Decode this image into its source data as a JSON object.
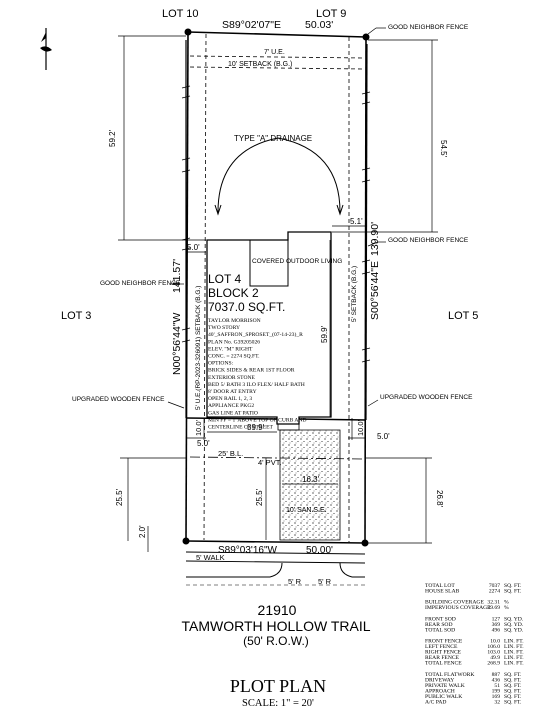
{
  "lots": {
    "lot10": "LOT 10",
    "lot9": "LOT 9",
    "lot3": "LOT 3",
    "lot5": "LOT 5"
  },
  "bearings": {
    "top": "S89°02'07\"E",
    "top_dist": "50.03'",
    "bottom": "S89°03'16\"W",
    "bottom_dist": "50.00'",
    "left": "N00°56'44\"W",
    "left_dist": "141.57'",
    "right": "S00°56'44\"E",
    "right_dist": "139.90'"
  },
  "labels": {
    "good_neighbor_fence": "GOOD NEIGHBOR FENCE",
    "upgraded_wooden_fence": "UPGRADED WOODEN FENCE",
    "ue_7": "7' U.E.",
    "setback_10": "10' SETBACK (B.G.)",
    "drainage": "TYPE \"A\" DRAINAGE",
    "covered_outdoor_living": "COVERED OUTDOOR LIVING",
    "left_easement": "5' U.E.(RP-2023-326091) SETBACK (B.G.)",
    "right_setback": "5' SETBACK (B.G.)",
    "bl_25": "25' B.L.",
    "pvt_4": "4' PVT.",
    "san_se": "10' SAN.S.E.",
    "walk_5": "5' WALK",
    "radius_left": "5' R",
    "radius_right": "5' R"
  },
  "dimensions": {
    "d_59_2": "59.2'",
    "d_54_5": "54.5'",
    "d_5_1": "5.1'",
    "d_5_0_a": "5.0'",
    "d_59_9": "59.9'",
    "d_10_0_left": "10.0'",
    "d_10_0_right": "10.0'",
    "d_39_9": "39.9'",
    "d_5_0_b": "5.0'",
    "d_5_0_c": "5.0'",
    "d_16_3": "16.3'",
    "d_25_5_a": "25.5'",
    "d_25_5_b": "25.5'",
    "d_26_8": "26.8'",
    "d_2_0": "2.0'"
  },
  "lot_info": {
    "lot": "LOT 4",
    "block": "BLOCK 2",
    "area": "7037.0 SQ.FT.",
    "details": [
      "TAYLOR MORRISON",
      "TWO STORY",
      "40'_SAFFRON_SPROSET_(07-14-23)_R",
      "PLAN No. G39205026",
      "ELEV. \"M\" RIGHT",
      "CONC. = 2274 SQ.FT.",
      "OPTIONS:",
      "BRICK SIDES & REAR 1ST FLOOR",
      "EXTERIOR STONE",
      "BED 5/ BATH 3 ILO FLEX/ HALF BATH",
      "8' DOOR AT ENTRY",
      "OPEN RAIL 1, 2, 3",
      "APPLIANCE PKG2",
      "GAS LINE AT PATIO",
      "MIN FF = 1' ABOVE TOP OF CURB AND",
      "CENTERLINE OF STREET"
    ]
  },
  "address": {
    "number": "21910",
    "street": "TAMWORTH HOLLOW TRAIL",
    "row": "(50' R.O.W.)"
  },
  "title": {
    "main": "PLOT PLAN",
    "scale": "SCALE: 1\" = 20'"
  },
  "table": [
    {
      "label": "TOTAL LOT",
      "value": "7037",
      "unit": "SQ. FT."
    },
    {
      "label": "HOUSE SLAB",
      "value": "2274",
      "unit": "SQ. FT."
    },
    {
      "label": "",
      "value": "",
      "unit": ""
    },
    {
      "label": "BUILDING COVERAGE",
      "value": "32.31",
      "unit": "%"
    },
    {
      "label": "IMPERVIOUS COVERAGE",
      "value": "39.69",
      "unit": "%"
    },
    {
      "label": "",
      "value": "",
      "unit": ""
    },
    {
      "label": "FRONT SOD",
      "value": "127",
      "unit": "SQ. YD."
    },
    {
      "label": "REAR SOD",
      "value": "369",
      "unit": "SQ. YD."
    },
    {
      "label": "TOTAL SOD",
      "value": "496",
      "unit": "SQ. YD."
    },
    {
      "label": "",
      "value": "",
      "unit": ""
    },
    {
      "label": "FRONT FENCE",
      "value": "10.0",
      "unit": "LIN. FT."
    },
    {
      "label": "LEFT FENCE",
      "value": "106.0",
      "unit": "LIN. FT."
    },
    {
      "label": "RIGHT FENCE",
      "value": "103.0",
      "unit": "LIN. FT."
    },
    {
      "label": "REAR FENCE",
      "value": "49.9",
      "unit": "LIN. FT."
    },
    {
      "label": "TOTAL FENCE",
      "value": "268.9",
      "unit": "LIN. FT."
    },
    {
      "label": "",
      "value": "",
      "unit": ""
    },
    {
      "label": "TOTAL FLATWORK",
      "value": "887",
      "unit": "SQ. FT."
    },
    {
      "label": "DRIVEWAY",
      "value": "436",
      "unit": "SQ. FT."
    },
    {
      "label": "PRIVATE WALK",
      "value": "51",
      "unit": "SQ. FT."
    },
    {
      "label": "APPROACH",
      "value": "199",
      "unit": "SQ. FT."
    },
    {
      "label": "PUBLIC WALK",
      "value": "169",
      "unit": "SQ. FT."
    },
    {
      "label": "A/C PAD",
      "value": "32",
      "unit": "SQ. FT."
    }
  ]
}
